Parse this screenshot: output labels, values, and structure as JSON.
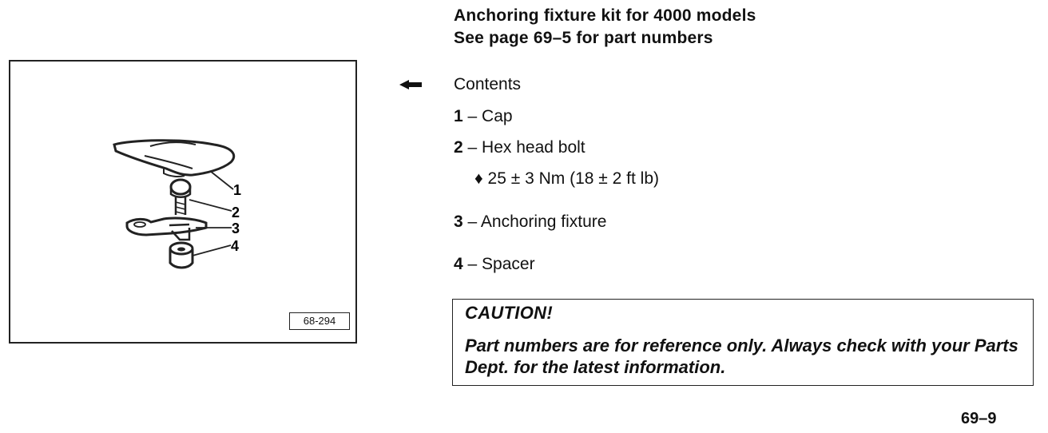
{
  "heading": {
    "line1": "Anchoring fixture kit for 4000 models",
    "line2": "See page 69–5 for part numbers"
  },
  "contents": {
    "title": "Contents",
    "items": [
      {
        "num": "1",
        "sep": " – ",
        "label": "Cap"
      },
      {
        "num": "2",
        "sep": " – ",
        "label": "Hex head bolt"
      },
      {
        "num": "3",
        "sep": " – ",
        "label": "Anchoring fixture"
      },
      {
        "num": "4",
        "sep": " – ",
        "label": "Spacer"
      }
    ],
    "torque": "♦ 25 ± 3 Nm (18 ± 2 ft lb)"
  },
  "figure": {
    "number": "68-294",
    "callouts": [
      "1",
      "2",
      "3",
      "4"
    ],
    "icon": "arrow-pointer-left-icon"
  },
  "caution": {
    "title": "CAUTION!",
    "body": "Part numbers are for reference only.  Always check with your Parts Dept. for the latest information."
  },
  "page_number": "69–9"
}
